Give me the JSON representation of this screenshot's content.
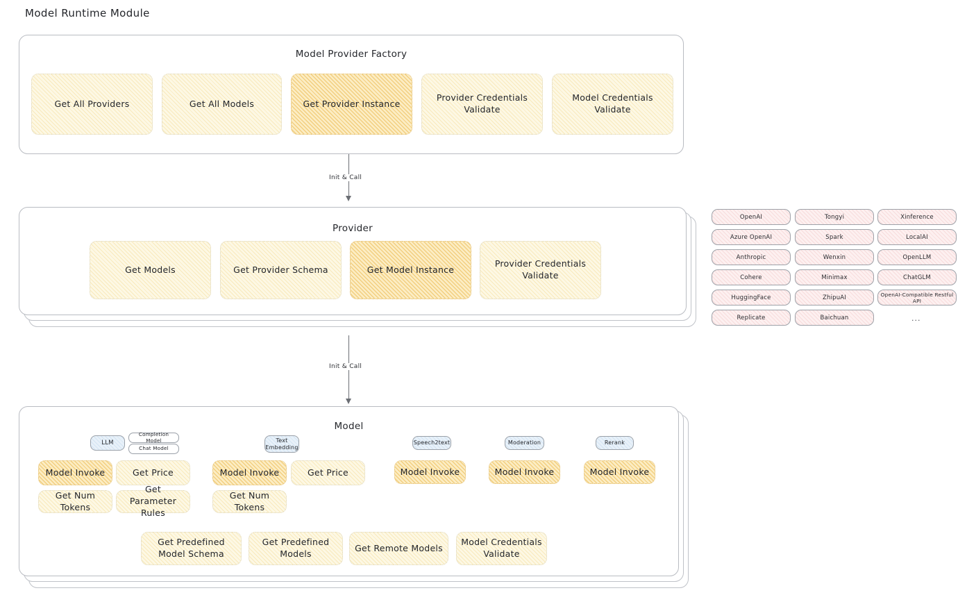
{
  "page": {
    "title": "Model Runtime Module"
  },
  "factory": {
    "title": "Model Provider Factory",
    "nodes": [
      {
        "label": "Get All Providers",
        "highlight": false
      },
      {
        "label": "Get All Models",
        "highlight": false
      },
      {
        "label": "Get Provider Instance",
        "highlight": true
      },
      {
        "label": "Provider Credentials Validate",
        "highlight": false
      },
      {
        "label": "Model Credentials Validate",
        "highlight": false
      }
    ]
  },
  "arrows": [
    {
      "label": "Init & Call"
    },
    {
      "label": "Init & Call"
    }
  ],
  "provider": {
    "title": "Provider",
    "nodes": [
      {
        "label": "Get Models",
        "highlight": false
      },
      {
        "label": "Get Provider Schema",
        "highlight": false
      },
      {
        "label": "Get Model Instance",
        "highlight": true
      },
      {
        "label": "Provider Credentials Validate",
        "highlight": false
      }
    ]
  },
  "provider_list": {
    "columns": [
      {
        "items": [
          "OpenAI",
          "Azure OpenAI",
          "Anthropic",
          "Cohere",
          "HuggingFace",
          "Replicate"
        ]
      },
      {
        "items": [
          "Tongyi",
          "Spark",
          "Wenxin",
          "Minimax",
          "ZhipuAI",
          "Baichuan"
        ]
      },
      {
        "items": [
          "Xinference",
          "LocalAI",
          "OpenLLM",
          "ChatGLM",
          "OpenAI-Compatible Restful API"
        ]
      }
    ],
    "more": "..."
  },
  "model": {
    "title": "Model",
    "more": "...",
    "types": [
      {
        "badge": "LLM",
        "subbadges": [
          "Completion Model",
          "Chat Model"
        ],
        "methods": [
          {
            "label": "Model Invoke",
            "highlight": true
          },
          {
            "label": "Get Price",
            "highlight": false
          },
          {
            "label": "Get Num Tokens",
            "highlight": false
          },
          {
            "label": "Get Parameter Rules",
            "highlight": false
          }
        ]
      },
      {
        "badge": "Text Embedding",
        "subbadges": [],
        "methods": [
          {
            "label": "Model Invoke",
            "highlight": true
          },
          {
            "label": "Get Price",
            "highlight": false
          },
          {
            "label": "Get Num Tokens",
            "highlight": false
          }
        ]
      },
      {
        "badge": "Speech2text",
        "subbadges": [],
        "methods": [
          {
            "label": "Model Invoke",
            "highlight": true
          }
        ]
      },
      {
        "badge": "Moderation",
        "subbadges": [],
        "methods": [
          {
            "label": "Model Invoke",
            "highlight": true
          }
        ]
      },
      {
        "badge": "Rerank",
        "subbadges": [],
        "methods": [
          {
            "label": "Model Invoke",
            "highlight": true
          }
        ]
      }
    ],
    "shared_methods": [
      {
        "label": "Get Predefined Model Schema"
      },
      {
        "label": "Get Predefined Models"
      },
      {
        "label": "Get Remote Models"
      },
      {
        "label": "Model Credentials Validate"
      }
    ]
  },
  "colors": {
    "node_light_bg": "#fdf8e4",
    "node_strong_bg": "#fcedc4",
    "pill_bg": "#fdf0f0",
    "badge_bg": "#e8f1f9",
    "border": "#b9bcc2",
    "text": "#23252a"
  }
}
